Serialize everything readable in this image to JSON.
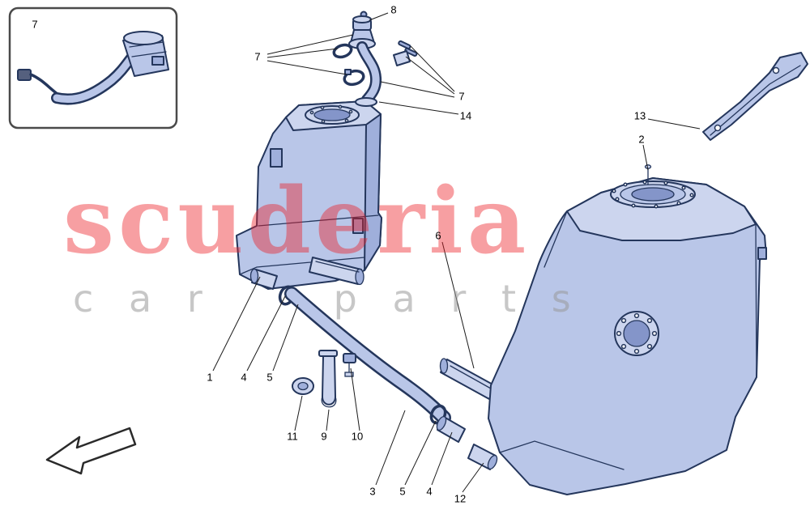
{
  "page": {
    "background": "#ffffff"
  },
  "watermark": {
    "brand": "scuderia",
    "tagline": "car parts",
    "brand_color": "#ed1c24",
    "tagline_color": "#9a9a9a"
  },
  "palette": {
    "outline": "#24365c",
    "tank_fill": "#b9c6e8",
    "tank_light": "#ccd5ee",
    "tank_shade": "#9fafdb",
    "tank_dark": "#8495c9",
    "leader_line": "#1a1a1a"
  },
  "callouts": [
    {
      "label": "7"
    },
    {
      "label": "8"
    },
    {
      "label": "7"
    },
    {
      "label": "7"
    },
    {
      "label": "14"
    },
    {
      "label": "13"
    },
    {
      "label": "2"
    },
    {
      "label": "6"
    },
    {
      "label": "1"
    },
    {
      "label": "4"
    },
    {
      "label": "5"
    },
    {
      "label": "11"
    },
    {
      "label": "9"
    },
    {
      "label": "10"
    },
    {
      "label": "3"
    },
    {
      "label": "5"
    },
    {
      "label": "4"
    },
    {
      "label": "12"
    }
  ]
}
